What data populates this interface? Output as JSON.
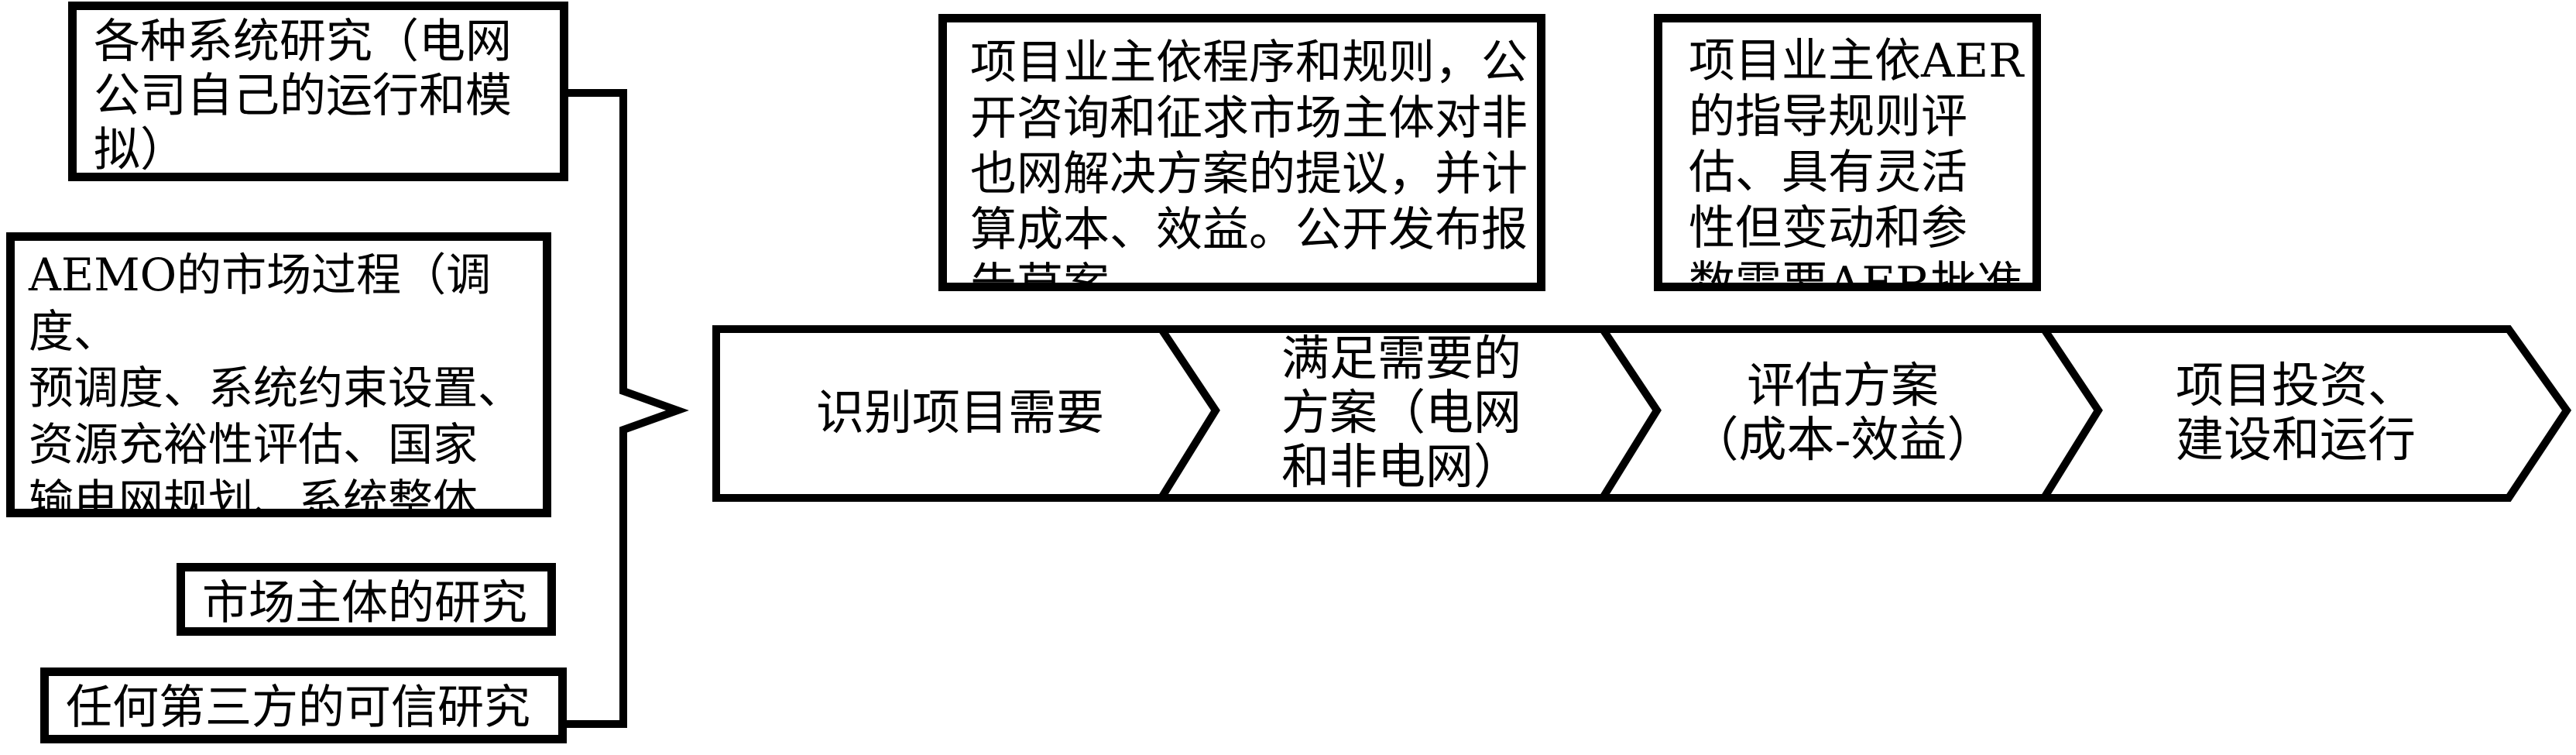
{
  "sources": [
    {
      "id": "system-studies",
      "text": "各种系统研究（电网\n公司自己的运行和模\n拟）"
    },
    {
      "id": "market-process",
      "text": "AEMO的市场过程（调度、\n预调度、系统约束设置、\n资源充裕性评估、国家\n输电网规划、系统整体\n规划(ISP)"
    },
    {
      "id": "participant-studies",
      "text": "市场主体的研究"
    },
    {
      "id": "third-party-studies",
      "text": "任何第三方的可信研究"
    }
  ],
  "notes": [
    {
      "id": "consult",
      "text": "项目业主依程序和规则，公\n开咨询和征求市场主体对非\n也网解决方案的提议，并计\n算成本、效益。公开发布报\n告草案"
    },
    {
      "id": "aer",
      "text": "项目业主依AER\n的指导规则评\n估、具有灵活\n性但变动和参\n数需要AER批准"
    }
  ],
  "stages": [
    {
      "id": "identify-need",
      "label": "识别项目需要"
    },
    {
      "id": "solutions",
      "label": "满足需要的\n方案（电网\n和非电网）"
    },
    {
      "id": "evaluate",
      "label": "评估方案\n（成本-效益）"
    },
    {
      "id": "invest-build",
      "label": "项目投资、\n建设和运行"
    }
  ]
}
